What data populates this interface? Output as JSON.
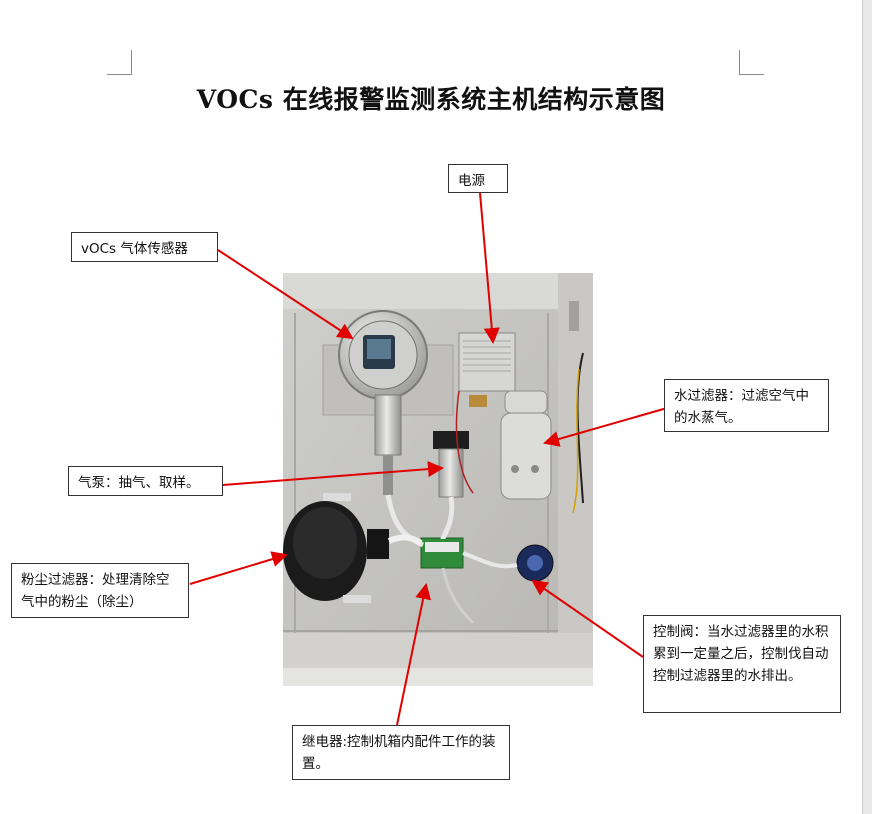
{
  "title": "VOCs 在线报警监测系统主机结构示意图",
  "labels": {
    "power": "电源",
    "sensor": "vOCs 气体传感器",
    "water_filter": "水过滤器：过滤空气中的水蒸气。",
    "pump": "气泵：抽气、取样。",
    "dust_filter": "粉尘过滤器：处理清除空气中的粉尘（除尘）",
    "valve": "控制阀：当水过滤器里的水积累到一定量之后，控制伐自动控制过滤器里的水排出。",
    "relay": "继电器:控制机箱内配件工作的装置。"
  },
  "colors": {
    "arrow": "#e00000",
    "border": "#333333"
  },
  "icons": {
    "crop_marks": "crop-mark-icon"
  }
}
